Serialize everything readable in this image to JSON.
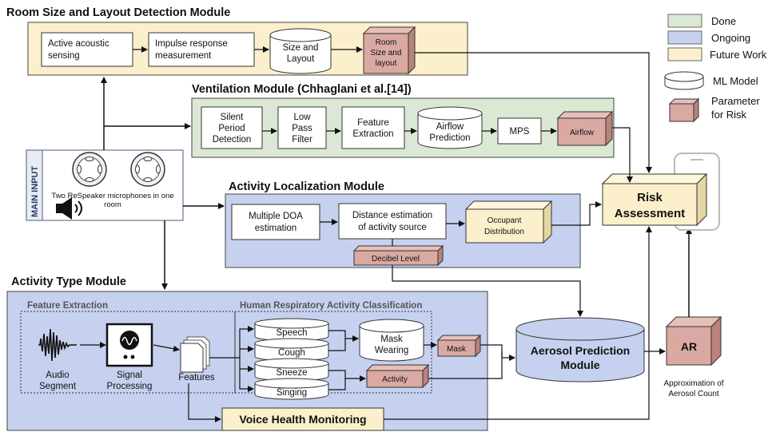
{
  "modules": {
    "room": {
      "title": "Room Size and Layout Detection Module",
      "acoustic": [
        "Active acoustic",
        "sensing"
      ],
      "impulse": [
        "Impulse response",
        "measurement"
      ],
      "size_model": [
        "Size and",
        "Layout"
      ],
      "param": [
        "Room",
        "Size and",
        "layout"
      ]
    },
    "ventilation": {
      "title": "Ventilation Module (Chhaglani et al.[14])",
      "silent": [
        "Silent",
        "Period",
        "Detection"
      ],
      "lowpass": [
        "Low",
        "Pass",
        "Filter"
      ],
      "feature": [
        "Feature",
        "Extraction"
      ],
      "airflow_model": [
        "Airflow",
        "Prediction"
      ],
      "mps": "MPS",
      "airflow_param": "Airflow"
    },
    "localization": {
      "title": "Activity Localization Module",
      "doa": [
        "Multiple DOA",
        "estimation"
      ],
      "distance": [
        "Distance estimation",
        "of activity source"
      ],
      "occupant": [
        "Occupant",
        "Distribution"
      ],
      "decibel": "Decibel Level"
    },
    "activity_type": {
      "title": "Activity Type Module",
      "feature_extraction": "Feature Extraction",
      "classification": "Human Respiratory Activity Classification",
      "audio": [
        "Audio",
        "Segment"
      ],
      "signal": [
        "Signal",
        "Processing"
      ],
      "features": "Features",
      "classes": [
        "Speech",
        "Cough",
        "Sneeze",
        "Singing"
      ],
      "mask_model": [
        "Mask",
        "Wearing"
      ],
      "mask_param": "Mask",
      "activity_param": "Activity",
      "voice_health": "Voice Health Monitoring"
    }
  },
  "main_input": {
    "label": "MAIN INPUT",
    "mics": [
      "Two ReSpeaker microphones in one",
      "room"
    ]
  },
  "risk": [
    "Risk",
    "Assessment"
  ],
  "aerosol": [
    "Aerosol Prediction",
    "Module"
  ],
  "ar": {
    "label": "AR",
    "caption": [
      "Approximation of",
      "Aerosol Count"
    ]
  },
  "legend": {
    "done": "Done",
    "ongoing": "Ongoing",
    "future": "Future Work",
    "ml_model": "ML Model",
    "param": [
      "Parameter",
      "for Risk"
    ]
  },
  "colors": {
    "done": "#dbe9d4",
    "ongoing": "#c6d1ef",
    "future": "#fbf0cb",
    "param": "#d9a9a2"
  }
}
